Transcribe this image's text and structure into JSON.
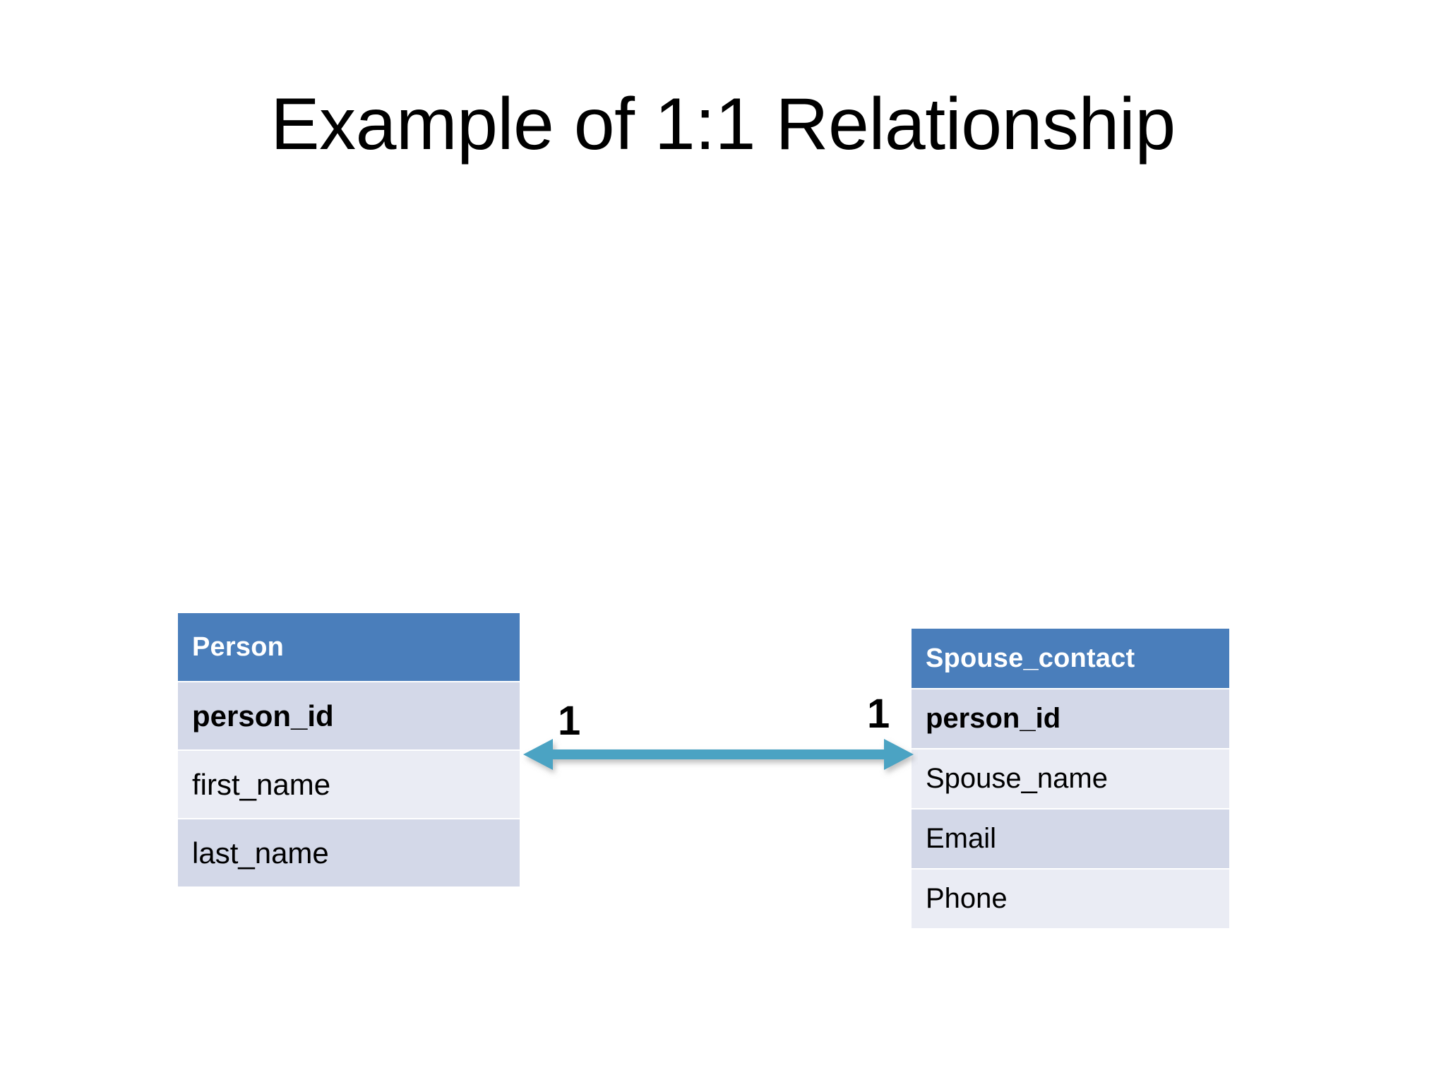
{
  "slide": {
    "title": "Example of 1:1 Relationship",
    "background_color": "#ffffff"
  },
  "theme": {
    "header_fill": "#4a7ebb",
    "header_text_color": "#ffffff",
    "row_fill_dark": "#d3d8e8",
    "row_fill_light": "#eaecf4",
    "row_text_color": "#000000",
    "connector_color": "#4ba3c3"
  },
  "diagram": {
    "type": "entity-relationship",
    "entities": [
      {
        "name": "Person",
        "attributes": [
          {
            "label": "person_id",
            "is_key": true
          },
          {
            "label": "first_name",
            "is_key": false
          },
          {
            "label": "last_name",
            "is_key": false
          }
        ]
      },
      {
        "name": "Spouse_contact",
        "attributes": [
          {
            "label": "person_id",
            "is_key": true
          },
          {
            "label": "Spouse_name",
            "is_key": false
          },
          {
            "label": "Email",
            "is_key": false
          },
          {
            "label": "Phone",
            "is_key": false
          }
        ]
      }
    ],
    "relationship": {
      "from": "Person",
      "to": "Spouse_contact",
      "cardinality_left": "1",
      "cardinality_right": "1",
      "arrow_style": "double-headed",
      "connector_icon": "double-arrow-icon"
    }
  }
}
